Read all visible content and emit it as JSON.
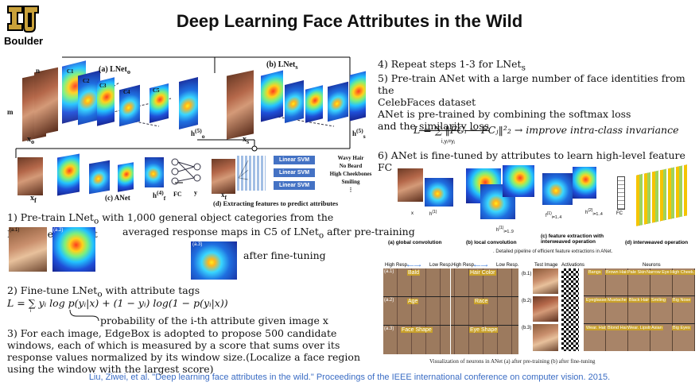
{
  "header": {
    "logo_text": "Boulder",
    "title": "Deep Learning Face Attributes in the Wild"
  },
  "figure_top": {
    "labels": {
      "lnet_o": "(a) LNet",
      "lnet_o_sub": "o",
      "lnet_s": "(b) LNet",
      "lnet_s_sub": "s",
      "anet": "(c) ANet",
      "extract": "(d) Extracting features to predict attributes",
      "n": "n",
      "m": "m",
      "xo": "x",
      "xo_sub": "o",
      "xs": "x",
      "xs_sub": "s",
      "xf": "x",
      "xf_sub": "f",
      "xf2": "x",
      "xf2_sub": "f",
      "ho": "h",
      "ho_sub": "o",
      "ho_sup": "(5)",
      "hs": "h",
      "hs_sub": "s",
      "hs_sup": "(5)",
      "hf": "h",
      "hf_sub": "f",
      "hf_sup": "(4)",
      "fc": "FC",
      "y": "y",
      "c1": "C1",
      "c2": "C2",
      "c3": "C3",
      "c4": "C4",
      "c5": "C5"
    },
    "svm_label": "Linear SVM",
    "attributes": [
      "Wavy Hair",
      "No Beard",
      "High Cheekbones",
      "Smiling"
    ]
  },
  "steps": {
    "s1_prefix": "1) Pre-train LNet",
    "s1_sub": "o",
    "s1_rest": " with 1,000 general object categories from the ImageNet dataset",
    "s1_caption_a": "averaged response maps in C5 of LNet",
    "s1_caption_sub": "o",
    "s1_caption_b": " after pre-training",
    "panel_a1": "(a.1)",
    "panel_a2": "(a.2)",
    "panel_a3": "(a.3)",
    "after_ft": "after fine-tuning",
    "s2_prefix": "2) Fine-tune LNet",
    "s2_sub": "o",
    "s2_rest": " with attribute tags",
    "s2_formula": "L = ∑ yᵢ log p(yᵢ|x) + (1 − yᵢ) log(1 − p(yᵢ|x))",
    "s2_formula_sub": "i",
    "s2_note": "probability of the i-th attribute given image x",
    "s3": "3) For each image, EdgeBox is adopted to propose 500 candidate windows, each of which is measured by a score that sums over its response values normalized by its window size.(Localize a face region using the window with the largest score)",
    "s4_prefix": "4) Repeat steps 1-3 for LNet",
    "s4_sub": "s",
    "s5_l1": "5) Pre-train ANet with a large number of face identities from the",
    "s5_l2": "CelebFaces dataset",
    "s5_l3": "ANet is pre-trained by combining the softmax loss",
    "s5_l4a": "and the ",
    "s5_l4b": "similarity loss",
    "s5_formula": "L = ∑ ‖FCᵢ − FCⱼ‖²₂ → improve intra-class invariance",
    "s5_formula_sub": "i,yᵢ=yⱼ",
    "s6": "6) ANet is fine-tuned by attributes to learn high-level feature FC"
  },
  "figure_right": {
    "captions": [
      "(a) global convolution",
      "(b) local convolution",
      "(c) feature extraction with interweaved operation",
      "(d) interweaved operation"
    ],
    "pipeline_caption": ". Detailed pipeline of efficient feature extractions in ANet.",
    "x_label": "x",
    "h1_label": "h",
    "h1_sup": "(1)",
    "hi19": "h",
    "hi19_sub": "i=1..9",
    "hi19_sup": "(1)",
    "fi14": "f",
    "fi14_sub": "i=1..4",
    "fi14_sup": "(1)",
    "hi14": "h",
    "hi14_sub": "i=1..4",
    "hi14_sup": "(2)",
    "fc": "FC"
  },
  "figure_neurons": {
    "header_left": [
      "High Resp.",
      "Low Resp.",
      "High Resp.",
      "Low Resp."
    ],
    "header_right": [
      "Test Image",
      "Activations",
      "Neurons"
    ],
    "tags_left": [
      "Bald",
      "Hair Color",
      "Age",
      "Race",
      "Face Shape",
      "Eye Shape"
    ],
    "row_ids_left": [
      "(a.1)",
      "(a.2)",
      "(a.3)"
    ],
    "row_ids_right": [
      "(b.1)",
      "(b.2)",
      "(b.3)"
    ],
    "tags_right": [
      [
        "Bangs",
        "Brown Hair",
        "Pale Skin",
        "Narrow Eyes",
        "High Cheek."
      ],
      [
        "Eyeglasses",
        "Mustache",
        "Black Hair",
        "Smiling",
        "Big Nose"
      ],
      [
        "Wear. Hat",
        "Blond Hair",
        "Wear. Lipstick",
        "Asian",
        "Big Eyes"
      ]
    ],
    "caption": "Visualization of neurons in ANet (a) after pre-training (b) after fine-tuning"
  },
  "footer": {
    "citation": "Liu, Ziwei, et al. \"Deep learning face attributes in the wild.\" Proceedings of the IEEE international conference on computer vision. 2015."
  }
}
